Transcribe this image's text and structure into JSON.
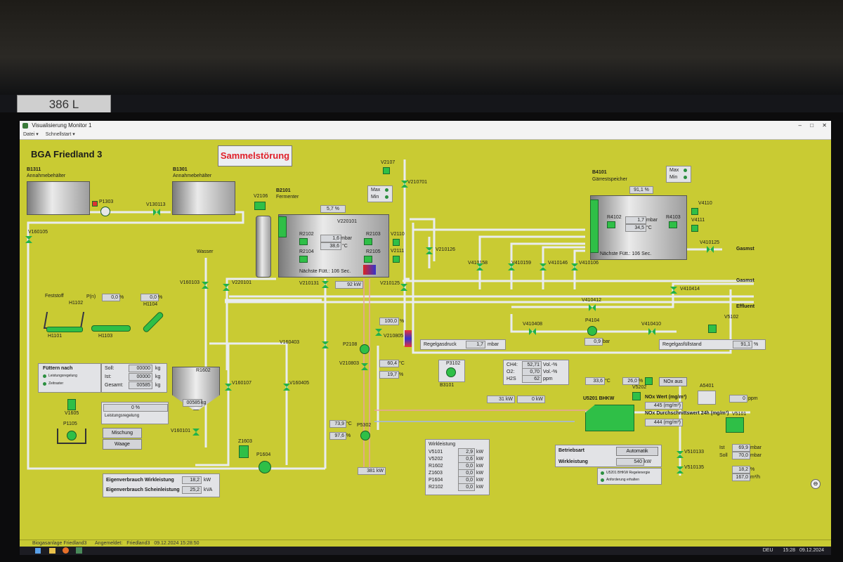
{
  "sticker": "386 L",
  "window": {
    "title": "Visualisierung Monitor 1",
    "menu": [
      "Datei ▾",
      "Schnellstart ▾"
    ],
    "controls": [
      "–",
      "□",
      "✕"
    ]
  },
  "plant": {
    "title": "BGA Friedland 3",
    "alarm": "Sammelstörung"
  },
  "tanks": {
    "b1311": {
      "id": "B1311",
      "name": "Annahmebehälter"
    },
    "b1301": {
      "id": "B1301",
      "name": "Annahmebehälter"
    },
    "b2101": {
      "id": "B2101",
      "name": "Fermenter",
      "level": "5,7 %",
      "r2102_p": "1,6",
      "r2102_unit": "mbar",
      "temp": "38,6",
      "temp_unit": "°C",
      "next_feed": "Nächste Fütt.: 106 Sec."
    },
    "b4101": {
      "id": "B4101",
      "name": "Gärrestspeicher",
      "level": "91,1 %",
      "p": "1,7",
      "p_unit": "mbar",
      "temp": "34,5",
      "temp_unit": "°C",
      "next_feed": "Nächste Fütt.: 106 Sec."
    }
  },
  "tags": {
    "r2102": "R2102",
    "r2104": "R2104",
    "r2103": "R2103",
    "r2105": "R2105",
    "r4102": "R4102",
    "r4103": "R4103",
    "p1303": "P1303",
    "v130113": "V130113",
    "v160105": "V160105",
    "v2106": "V2106",
    "v2107": "V2107",
    "v210701": "V210701",
    "v2110": "V2110",
    "v2111": "V2111",
    "v210126": "V210126",
    "v4110": "V4110",
    "v4111": "V4111",
    "v410125": "V410125",
    "v410158": "V410158",
    "v410159": "V410159",
    "v410146": "V410146",
    "v410106": "V410106",
    "v410414": "V410414",
    "v410412": "V410412",
    "v410408": "V410408",
    "v410410": "V410410",
    "p4104": "P4104",
    "v5102": "V5102",
    "v160103": "V160103",
    "v220101": "V220101",
    "v210131": "V210131",
    "v210125": "V210125",
    "wasser": "Wasser",
    "feststoff": "Feststoff",
    "h1102": "H1102",
    "h1104": "H1104",
    "h1101": "H1101",
    "h1103": "H1103",
    "p2108": "P2108",
    "v210805": "V210805",
    "v210803": "V210803",
    "v160403": "V160403",
    "v160107": "V160107",
    "v160405": "V160405",
    "r1602": "R1602",
    "b3101": "B3101",
    "p3102": "P3102",
    "v1605": "V1605",
    "p1105": "P1105",
    "v160101": "V160101",
    "z1603": "Z1603",
    "p1604": "P1604",
    "p5302": "P5302",
    "v5202": "V5202",
    "a5401": "A5401",
    "u5201": "U5201 BHKW",
    "v5101": "V5101",
    "v510133": "V510133",
    "v510135": "V510135"
  },
  "readouts": {
    "p_n_label": "P(n)",
    "p_n": "0,0",
    "p_n_unit": "%",
    "h1104_val": "0,0",
    "h1104_unit": "%",
    "r1602_mass": "00585",
    "r1602_unit": "kg",
    "power_92": "92 kW",
    "v210805_val": "100,0",
    "v210805_unit": "%",
    "t60": "60,4",
    "t60_unit": "°C",
    "pct19": "19,7",
    "pct19_unit": "%",
    "t73": "73,9",
    "t73_unit": "°C",
    "pct97": "97,6",
    "pct97_unit": "%",
    "power_381": "381 kW",
    "regelgasdruck_label": "Regelgasdruck",
    "regelgasdruck": "1,7",
    "regelgasdruck_unit": "mbar",
    "p4104_val": "0,9",
    "p4104_unit": "bar",
    "regelgasfuellstand_label": "Regelgasfüllstand",
    "regelgasfuellstand": "91,1",
    "regelgasfuellstand_unit": "%",
    "ch4_label": "CH4:",
    "ch4": "52,71",
    "ch4_unit": "Vol.-%",
    "o2_label": "O2:",
    "o2": "0,70",
    "o2_unit": "Vol.-%",
    "h2s_label": "H2S",
    "h2s": "62",
    "h2s_unit": "ppm",
    "kw31": "31 kW",
    "kw0": "0 kW",
    "t33": "33,6",
    "t33_unit": "°C",
    "pct26": "26,0",
    "pct26_unit": "%",
    "nox_btn": "NOx aus",
    "ppm_val": "0",
    "ppm_unit": "ppm",
    "nox_label": "NOx Wert (mg/m³)",
    "nox": "445 (mg/m³)",
    "nox24_label": "NOx Durchschnittswert 24h (mg/m³)",
    "nox24": "444 (mg/m³)",
    "ist_label": "Ist",
    "ist": "69,9",
    "ist_unit": "mbar",
    "soll_label": "Soll",
    "soll": "70,0",
    "soll_unit": "mbar",
    "v5101_pct": "18,2",
    "v5101_pct_unit": "%",
    "v5101_flow": "167,0",
    "v5101_flow_unit": "m³/h"
  },
  "max_min": {
    "max": "Max",
    "min": "Min"
  },
  "feed": {
    "title": "Füttern nach",
    "opt1": "Leistungsregelung",
    "opt2": "Zeitraster",
    "soll_label": "Soll:",
    "soll": "00000",
    "ist_label": "Ist:",
    "ist": "00000",
    "gesamt_label": "Gesamt:",
    "gesamt": "00585",
    "unit": "kg",
    "mix_pct": "0 %",
    "mix_label": "Leistungsregelung",
    "mischung": "Mischung",
    "waage": "Waage"
  },
  "eigenverbrauch": {
    "wirk_label": "Eigenverbrauch Wirkleistung",
    "wirk": "18,2",
    "wirk_unit": "kW",
    "schein_label": "Eigenverbrauch Scheinleistung",
    "schein": "25,2",
    "schein_unit": "kVA"
  },
  "wirkleistung": {
    "title": "Wirkleistung",
    "rows": [
      {
        "name": "V5101",
        "value": "2,9",
        "unit": "kW"
      },
      {
        "name": "V5202",
        "value": "0,6",
        "unit": "kW"
      },
      {
        "name": "R1602",
        "value": "0,0",
        "unit": "kW"
      },
      {
        "name": "Z1603",
        "value": "0,0",
        "unit": "kW"
      },
      {
        "name": "P1604",
        "value": "0,0",
        "unit": "kW"
      },
      {
        "name": "R2102",
        "value": "0,0",
        "unit": "kW"
      }
    ]
  },
  "bhkw": {
    "betriebsart_label": "Betriebsart",
    "betriebsart": "Automatik",
    "wirkleistung_label": "Wirkleistung",
    "wirkleistung": "540",
    "wirkleistung_unit": "kW",
    "legend1": "U5201 BHKW Regelenergie",
    "legend2": "Anforderung erhalten"
  },
  "outlets": {
    "gasmst1": "Gasmst",
    "gasmst2": "Gasmst",
    "effluent": "Effluent"
  },
  "status": {
    "app": "Biogasanlage Friedland3",
    "user_label": "Angemeldet:",
    "user": "Friedland3",
    "datetime": "09.12.2024 15:28:50"
  },
  "taskbar": {
    "lang": "DEU",
    "time": "15:28",
    "date": "09.12.2024"
  },
  "colors": {
    "screen_bg": "#c9cb33",
    "valve_green": "#22b24a",
    "alarm_red": "#e0202a"
  }
}
